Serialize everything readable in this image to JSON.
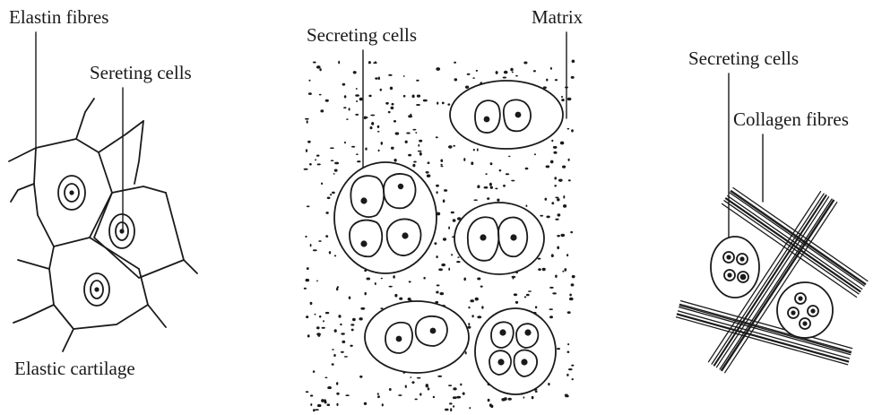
{
  "panels": [
    {
      "labels": {
        "fibres": "Elastin fibres",
        "cells": "Sereting cells",
        "caption": "Elastic cartilage"
      }
    },
    {
      "labels": {
        "cells": "Secreting cells",
        "matrix": "Matrix"
      }
    },
    {
      "labels": {
        "cells": "Secreting cells",
        "fibres": "Collagen fibres"
      }
    }
  ]
}
